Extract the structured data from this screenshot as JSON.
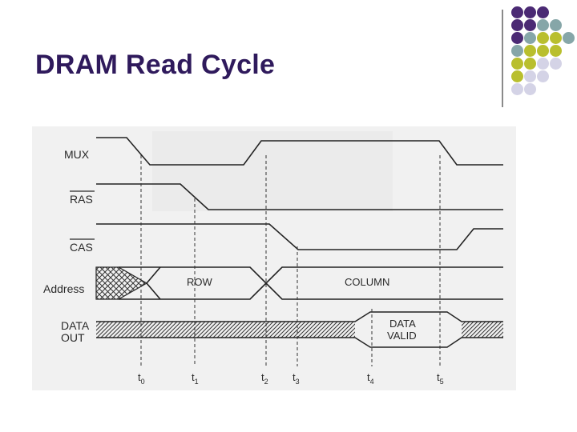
{
  "slide": {
    "title": "DRAM Read Cycle"
  },
  "decor": {
    "palette": {
      "purple": "#4b2a74",
      "teal": "#86a6a8",
      "olive": "#b9bf2e",
      "lavender": "#d4d3e6"
    },
    "dot_rows": [
      [
        "purple",
        "purple",
        "purple"
      ],
      [
        "purple",
        "purple",
        "teal",
        "teal"
      ],
      [
        "purple",
        "teal",
        "olive",
        "olive",
        "teal"
      ],
      [
        "teal",
        "olive",
        "olive",
        "olive"
      ],
      [
        "olive",
        "olive",
        "lavender",
        "lavender"
      ],
      [
        "olive",
        "lavender",
        "lavender"
      ],
      [
        "lavender",
        "lavender"
      ]
    ]
  },
  "timing_diagram": {
    "signals": [
      {
        "id": "mux",
        "name": "MUX",
        "overline": false
      },
      {
        "id": "ras",
        "name": "RAS",
        "overline": true
      },
      {
        "id": "cas",
        "name": "CAS",
        "overline": true
      },
      {
        "id": "address",
        "name": "Address",
        "overline": false
      },
      {
        "id": "data",
        "name": "DATA",
        "name2": "OUT",
        "overline": false
      }
    ],
    "bus_labels": {
      "row": "ROW",
      "column": "COLUMN",
      "data_valid_1": "DATA",
      "data_valid_2": "VALID"
    },
    "time_markers": [
      {
        "base": "t",
        "sub": "0"
      },
      {
        "base": "t",
        "sub": "1"
      },
      {
        "base": "t",
        "sub": "2"
      },
      {
        "base": "t",
        "sub": "3"
      },
      {
        "base": "t",
        "sub": "4"
      },
      {
        "base": "t",
        "sub": "5"
      }
    ]
  }
}
